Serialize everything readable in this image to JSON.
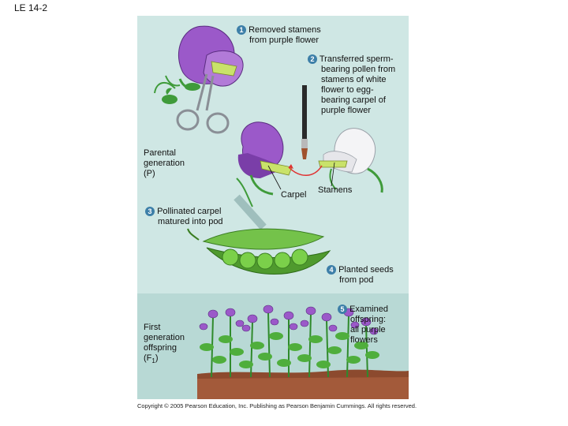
{
  "title": "LE 14-2",
  "steps": [
    {
      "number": "1",
      "text": [
        "Removed stamens",
        "from purple flower"
      ]
    },
    {
      "number": "2",
      "text": [
        "Transferred sperm-",
        "bearing pollen from",
        "stamens of white",
        "flower to egg-",
        "bearing carpel of",
        "purple flower"
      ]
    },
    {
      "number": "3",
      "text": [
        "Pollinated carpel",
        "matured into pod"
      ]
    },
    {
      "number": "4",
      "text": [
        "Planted seeds",
        "from pod"
      ]
    },
    {
      "number": "5",
      "text": [
        "Examined",
        "offspring:",
        "all purple",
        "flowers"
      ]
    }
  ],
  "labels": {
    "parental": [
      "Parental",
      "generation",
      "(P)"
    ],
    "carpel": "Carpel",
    "stamens": "Stamens",
    "f1": [
      "First",
      "generation",
      "offspring",
      "(F",
      "1",
      ")"
    ]
  },
  "copyright": "Copyright © 2005 Pearson Education, Inc. Publishing as Pearson Benjamin Cummings. All rights reserved.",
  "colors": {
    "panel_top": "#cfe7e4",
    "panel_bottom": "#b8d9d5",
    "purple_petal": "#9b59c9",
    "white_petal": "#f4f4f6",
    "leaf": "#3f9b3a",
    "pod": "#5fae3e",
    "soil": "#a35a3a",
    "step_badge": "#3d7fa8",
    "pollen_arrow": "#e03030"
  }
}
